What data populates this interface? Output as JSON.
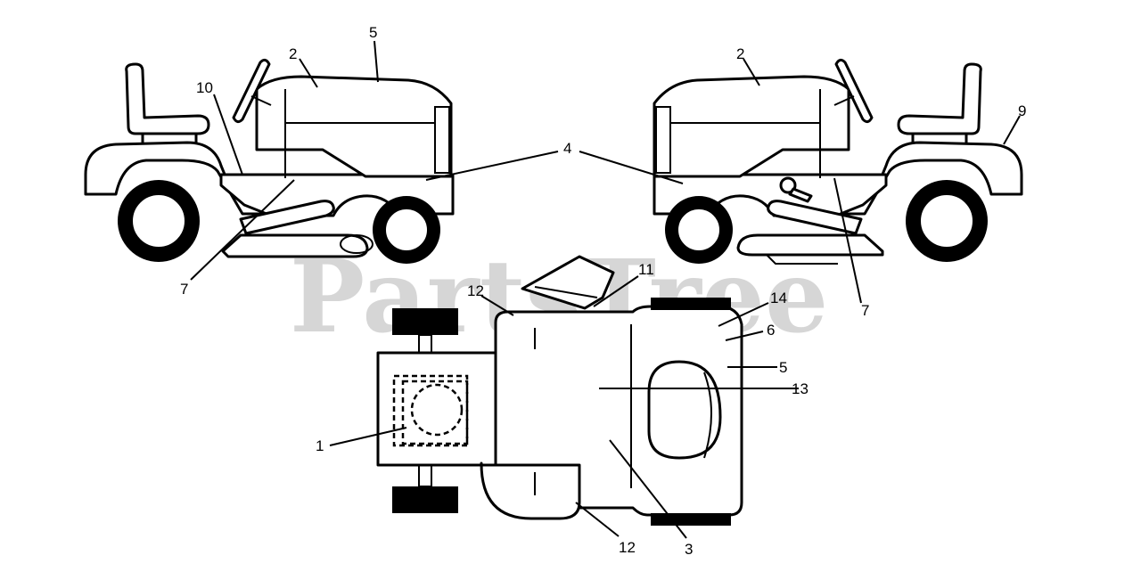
{
  "watermark": "PartsTree",
  "callouts": {
    "left_side_view": [
      "10",
      "2",
      "5",
      "7"
    ],
    "right_side_view": [
      "2",
      "9",
      "7"
    ],
    "shared": [
      "4"
    ],
    "top_view": [
      "1",
      "3",
      "5",
      "6",
      "11",
      "12",
      "12",
      "13",
      "14"
    ]
  },
  "labels": {
    "l1": "1",
    "l2a": "2",
    "l2b": "2",
    "l3": "3",
    "l4": "4",
    "l5a": "5",
    "l5b": "5",
    "l6": "6",
    "l7a": "7",
    "l7b": "7",
    "l9": "9",
    "l10": "10",
    "l11": "11",
    "l12a": "12",
    "l12b": "12",
    "l13": "13",
    "l14": "14"
  }
}
